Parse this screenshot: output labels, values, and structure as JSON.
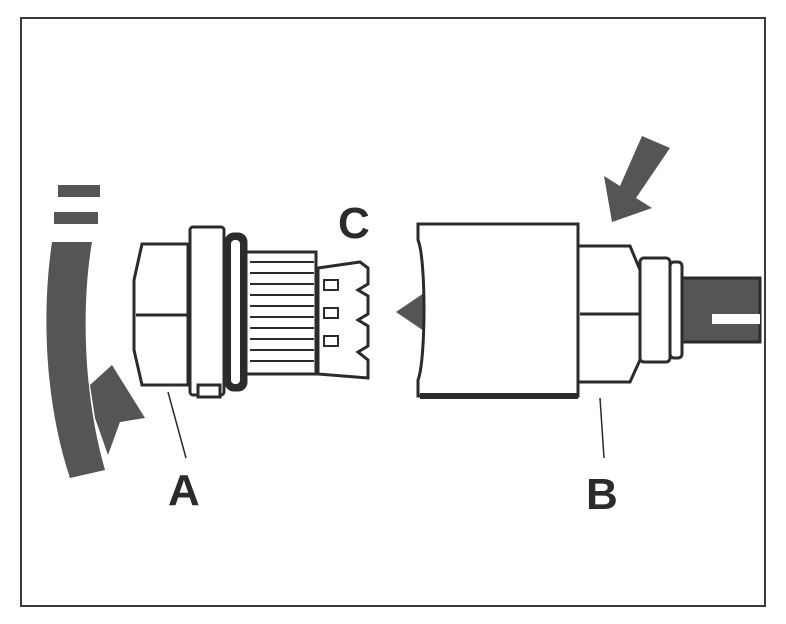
{
  "diagram": {
    "labels": {
      "a": "A",
      "b": "B",
      "c": "C"
    },
    "colors": {
      "line": "#2b2b2b",
      "arrow": "#555555",
      "part_fill": "#ffffff",
      "frame": "#3a3a3a"
    },
    "icons": {
      "rotate": "rotate-arrow-icon",
      "insert": "insert-arrow-icon",
      "push": "push-arrow-icon"
    }
  }
}
